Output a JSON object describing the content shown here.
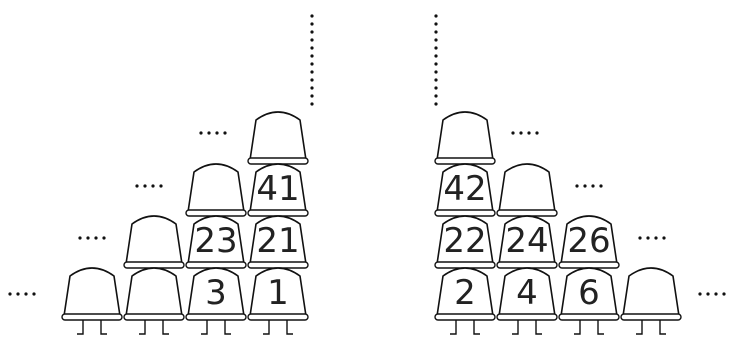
{
  "diagram": {
    "left_group": {
      "seats": [
        {
          "col": 0,
          "row": 0,
          "label": ""
        },
        {
          "col": 1,
          "row": 0,
          "label": ""
        },
        {
          "col": 2,
          "row": 0,
          "label": "3"
        },
        {
          "col": 3,
          "row": 0,
          "label": "1"
        },
        {
          "col": 1,
          "row": 1,
          "label": ""
        },
        {
          "col": 2,
          "row": 1,
          "label": "23"
        },
        {
          "col": 3,
          "row": 1,
          "label": "21"
        },
        {
          "col": 2,
          "row": 2,
          "label": ""
        },
        {
          "col": 3,
          "row": 2,
          "label": "41"
        },
        {
          "col": 3,
          "row": 3,
          "label": ""
        }
      ]
    },
    "right_group": {
      "seats": [
        {
          "col": 0,
          "row": 0,
          "label": "2"
        },
        {
          "col": 1,
          "row": 0,
          "label": "4"
        },
        {
          "col": 2,
          "row": 0,
          "label": "6"
        },
        {
          "col": 3,
          "row": 0,
          "label": ""
        },
        {
          "col": 0,
          "row": 1,
          "label": "22"
        },
        {
          "col": 1,
          "row": 1,
          "label": "24"
        },
        {
          "col": 2,
          "row": 1,
          "label": "26"
        },
        {
          "col": 0,
          "row": 2,
          "label": "42"
        },
        {
          "col": 1,
          "row": 2,
          "label": ""
        },
        {
          "col": 0,
          "row": 3,
          "label": ""
        }
      ]
    },
    "continuation_marks": [
      "....",
      "...."
    ]
  }
}
